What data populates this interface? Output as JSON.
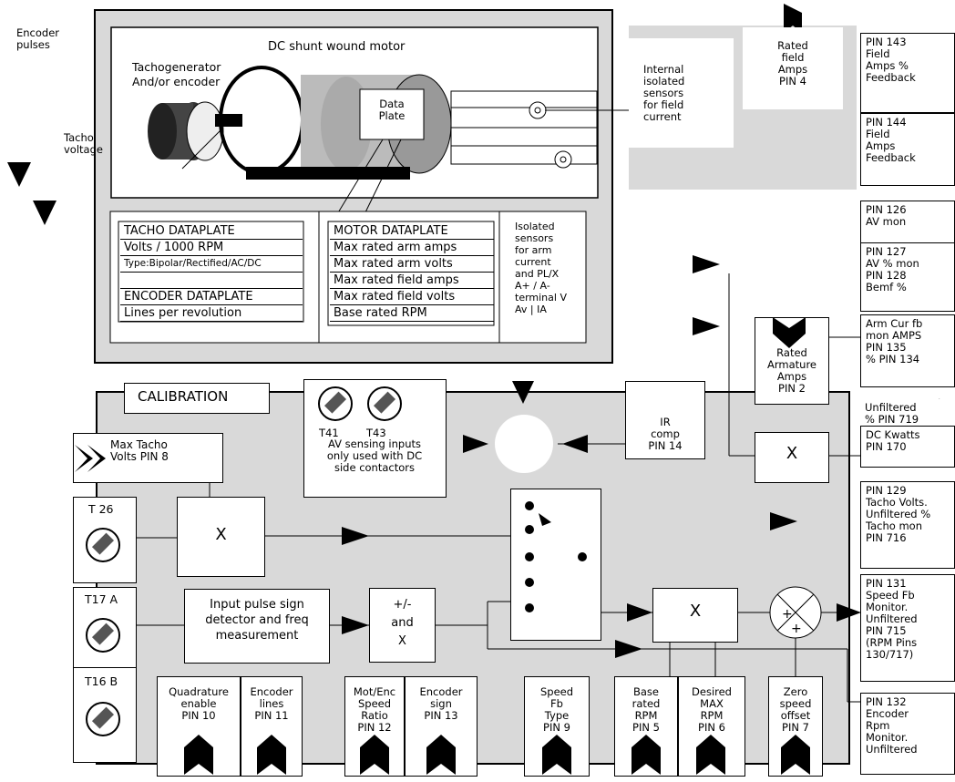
{
  "motor": {
    "title": "DC shunt wound motor",
    "tacho_gen": "Tachogenerator\nAnd/or encoder",
    "data_plate": "Data\nPlate"
  },
  "left_labels": {
    "encoder_pulses": "Encoder\npulses",
    "tacho_voltage": "Tacho\nvoltage"
  },
  "tacho_dataplate": {
    "title": "TACHO DATAPLATE",
    "rows": [
      "Volts / 1000 RPM",
      "Type:Bipolar/Rectified/AC/DC",
      "",
      "ENCODER DATAPLATE",
      "Lines per revolution"
    ]
  },
  "motor_dataplate": {
    "title": "MOTOR DATAPLATE",
    "rows": [
      "Max rated arm amps",
      "Max rated arm volts",
      "Max rated field amps",
      "Max rated field volts",
      "Base rated RPM"
    ]
  },
  "isolated_arm": "Isolated\nsensors\nfor arm\ncurrent\nand PL/X\nA+ / A-\nterminal V\nAv  | IA",
  "field_sensors": "Internal\nisolated\nsensors\nfor field\ncurrent",
  "rated_field": "Rated\nfield\nAmps\nPIN 4",
  "pins_right": {
    "p143": "PIN 143\nField\nAmps %\nFeedback",
    "p144": "PIN 144\nField\nAmps\nFeedback",
    "p126": "PIN 126\nAV mon",
    "p127": "PIN 127\nAV % mon\nPIN 128\nBemf %",
    "armcur": "Arm Cur fb\nmon AMPS\nPIN 135\n% PIN 134",
    "unf719": "Unfiltered\n% PIN 719",
    "dckw": "DC Kwatts\nPIN 170",
    "p129": "PIN 129\nTacho Volts.\nUnfiltered %\nTacho mon\nPIN 716",
    "p131": "PIN 131\nSpeed Fb\nMonitor.\nUnfiltered\nPIN 715\n(RPM Pins\n130/717)",
    "p132": "PIN 132\nEncoder\nRpm\nMonitor.\nUnfiltered"
  },
  "rated_arm": "Rated\nArmature\nAmps\nPIN 2",
  "multiply": "X",
  "calibration": "CALIBRATION",
  "terminals": {
    "t41": "T41",
    "t43": "T43",
    "av_sensing": "AV sensing inputs\nonly used with DC\nside contactors",
    "t26": "T 26",
    "t17": "T17 A",
    "t16": "T16 B"
  },
  "ir_comp": "IR\ncomp\nPIN 14",
  "max_tacho": "Max Tacho\nVolts PIN 8",
  "pulse_detector": "Input pulse sign\ndetector and freq\nmeasurement",
  "plusminus": "+/-\nand\nX",
  "bottom_pins": [
    "Quadrature\nenable\nPIN  10",
    "Encoder\nlines\nPIN  11",
    "Mot/Enc\nSpeed\nRatio\nPIN  12",
    "Encoder\nsign\nPIN  13",
    "Speed\nFb\nType\nPIN  9",
    "Base\nrated\nRPM\nPIN  5",
    "Desired\nMAX\nRPM\nPIN  6",
    "Zero\nspeed\noffset\nPIN 7"
  ]
}
